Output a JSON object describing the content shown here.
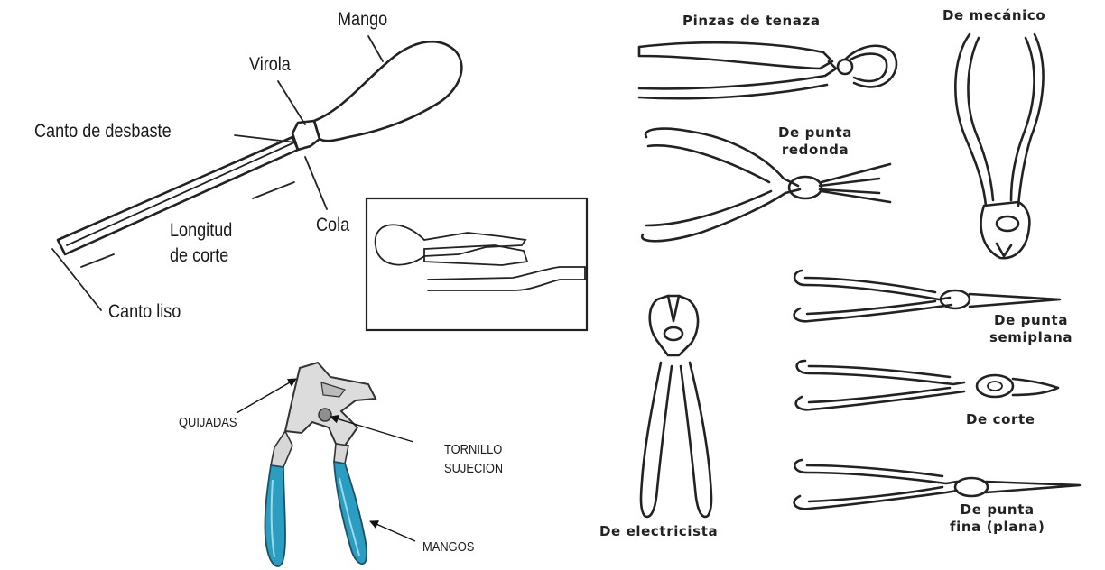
{
  "file_diagram": {
    "labels": {
      "mango": "Mango",
      "virola": "Virola",
      "canto_desbaste": "Canto de desbaste",
      "longitud_corte": "Longitud\nde corte",
      "cola": "Cola",
      "canto_liso": "Canto liso"
    }
  },
  "pliers_diagram": {
    "labels": {
      "tenaza": "Pinzas de tenaza",
      "mecanico": "De mecánico",
      "punta_redonda": "De punta\nredonda",
      "electricista": "De electricista",
      "punta_semiplana": "De punta\nsemiplana",
      "corte": "De corte",
      "punta_fina": "De punta\nfina (plana)"
    }
  },
  "wrench_diagram": {
    "labels": {
      "quijadas": "QUIJADAS",
      "tornillo": "TORNILLO\nSUJECION",
      "mangos": "MANGOS"
    },
    "colors": {
      "handle": "#2a9dc0",
      "metal": "#d7d7d7",
      "outline": "#333333"
    }
  }
}
